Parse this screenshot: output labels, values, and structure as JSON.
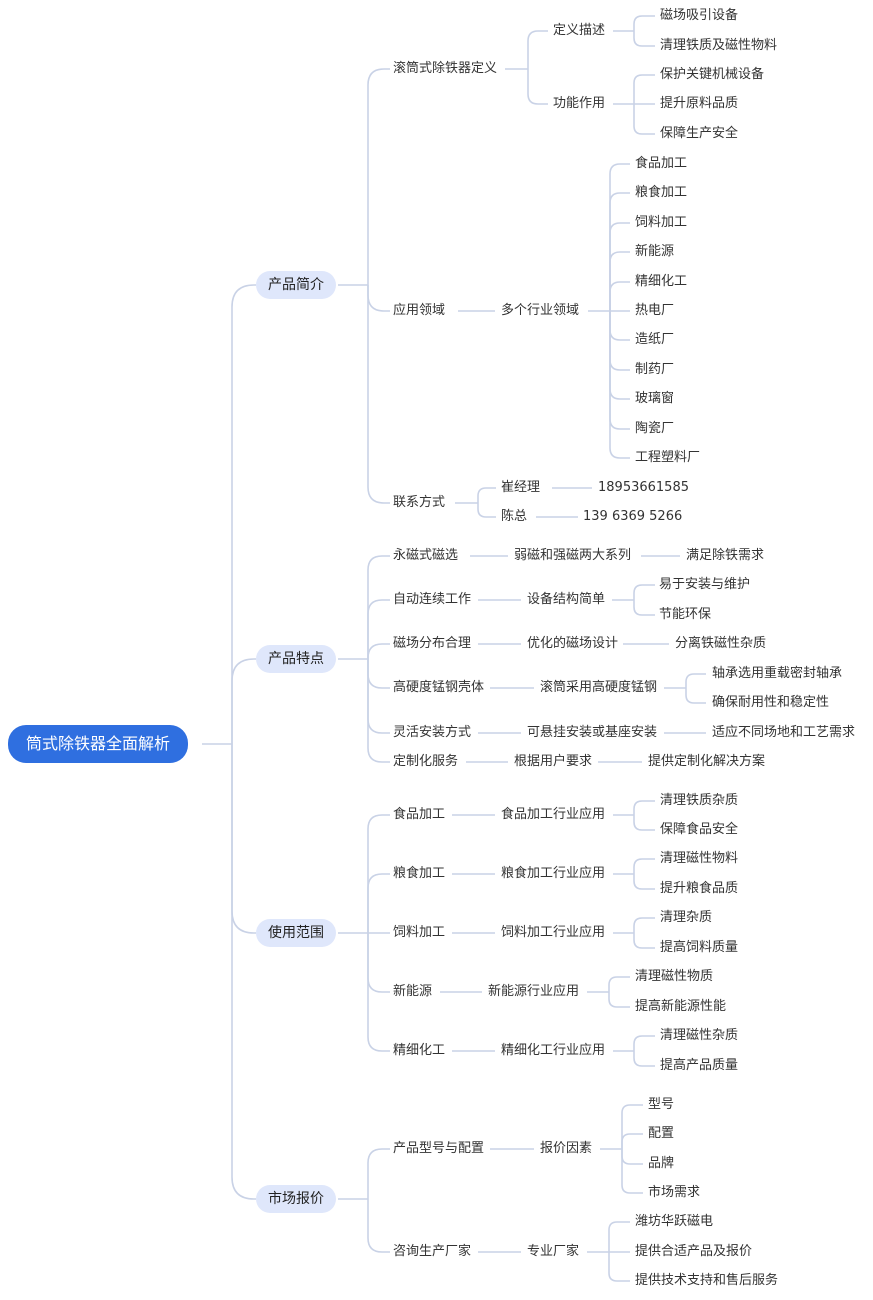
{
  "root": "筒式除铁器全面解析",
  "n": {
    "a": "产品简介",
    "a1": "滚筒式除铁器定义",
    "a1a": "定义描述",
    "a1a1": "磁场吸引设备",
    "a1a2": "清理铁质及磁性物料",
    "a1b": "功能作用",
    "a1b1": "保护关键机械设备",
    "a1b2": "提升原料品质",
    "a1b3": "保障生产安全",
    "a2": "应用领域",
    "a2a": "多个行业领域",
    "a2a1": "食品加工",
    "a2a2": "粮食加工",
    "a2a3": "饲料加工",
    "a2a4": "新能源",
    "a2a5": "精细化工",
    "a2a6": "热电厂",
    "a2a7": "造纸厂",
    "a2a8": "制药厂",
    "a2a9": "玻璃窗",
    "a2a10": "陶瓷厂",
    "a2a11": "工程塑料厂",
    "a3": "联系方式",
    "a3a": "崔经理",
    "a3a1": "18953661585",
    "a3b": "陈总",
    "a3b1": "139 6369 5266",
    "b": "产品特点",
    "b1": "永磁式磁选",
    "b1a": "弱磁和强磁两大系列",
    "b1a1": "满足除铁需求",
    "b2": "自动连续工作",
    "b2a": "设备结构简单",
    "b2a1": "易于安装与维护",
    "b2a2": "节能环保",
    "b3": "磁场分布合理",
    "b3a": "优化的磁场设计",
    "b3a1": "分离铁磁性杂质",
    "b4": "高硬度锰钢壳体",
    "b4a": "滚筒采用高硬度锰钢",
    "b4a1": "轴承选用重载密封轴承",
    "b4a2": "确保耐用性和稳定性",
    "b5": "灵活安装方式",
    "b5a": "可悬挂安装或基座安装",
    "b5a1": "适应不同场地和工艺需求",
    "b6": "定制化服务",
    "b6a": "根据用户要求",
    "b6a1": "提供定制化解决方案",
    "c": "使用范围",
    "c1": "食品加工",
    "c1a": "食品加工行业应用",
    "c1a1": "清理铁质杂质",
    "c1a2": "保障食品安全",
    "c2": "粮食加工",
    "c2a": "粮食加工行业应用",
    "c2a1": "清理磁性物料",
    "c2a2": "提升粮食品质",
    "c3": "饲料加工",
    "c3a": "饲料加工行业应用",
    "c3a1": "清理杂质",
    "c3a2": "提高饲料质量",
    "c4": "新能源",
    "c4a": "新能源行业应用",
    "c4a1": "清理磁性物质",
    "c4a2": "提高新能源性能",
    "c5": "精细化工",
    "c5a": "精细化工行业应用",
    "c5a1": "清理磁性杂质",
    "c5a2": "提高产品质量",
    "d": "市场报价",
    "d1": "产品型号与配置",
    "d1a": "报价因素",
    "d1a1": "型号",
    "d1a2": "配置",
    "d1a3": "品牌",
    "d1a4": "市场需求",
    "d2": "咨询生产厂家",
    "d2a": "专业厂家",
    "d2a1": "潍坊华跃磁电",
    "d2a2": "提供合适产品及报价",
    "d2a3": "提供技术支持和售后服务"
  },
  "colors": {
    "root_bg": "#2f6fe0",
    "branch_bg": "#dfe7fb",
    "line": "#c9d2e6",
    "text": "#333333"
  }
}
